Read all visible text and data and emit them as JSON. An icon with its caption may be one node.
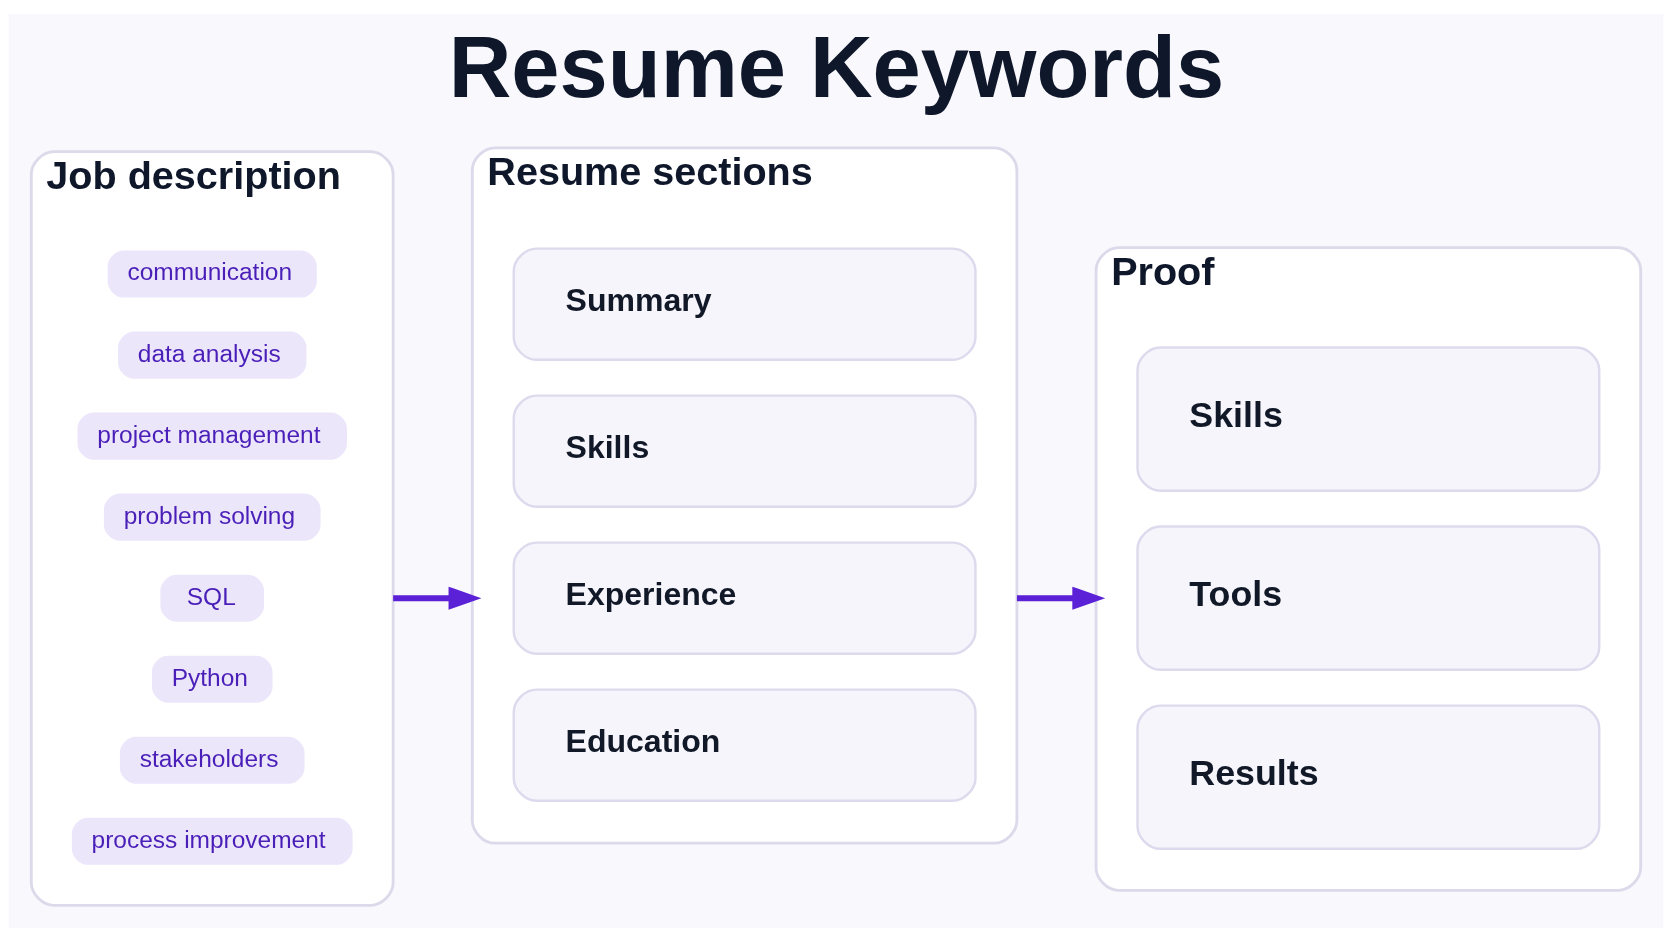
{
  "diagram": {
    "title": "Resume Keywords",
    "nodes": [
      {
        "text": [
          "Job description"
        ]
      },
      {
        "text": [
          "communication"
        ],
        "in": 0
      },
      {
        "text": [
          "data analysis"
        ],
        "in": 0
      },
      {
        "text": [
          "project management"
        ],
        "in": 0
      },
      {
        "text": [
          "problem solving"
        ],
        "in": 0
      },
      {
        "text": [
          "SQL"
        ],
        "in": 0
      },
      {
        "text": [
          "Python"
        ],
        "in": 0
      },
      {
        "text": [
          "stakeholders"
        ],
        "in": 0
      },
      {
        "text": [
          "process improvement"
        ],
        "in": 0
      },
      {
        "text": [
          "Resume sections"
        ]
      },
      {
        "text": [
          "Summary"
        ],
        "in": 9
      },
      {
        "text": [
          "Skills"
        ],
        "in": 9
      },
      {
        "text": [
          "Experience"
        ],
        "in": 9
      },
      {
        "text": [
          "Education"
        ],
        "in": 9
      },
      {
        "text": [
          "Proof"
        ]
      },
      {
        "text": [
          "Skills"
        ],
        "in": 14
      },
      {
        "text": [
          "Tools"
        ],
        "in": 14
      },
      {
        "text": [
          "Results"
        ],
        "in": 14
      }
    ],
    "edges": [
      {
        "from": 0,
        "to": 9,
        "arrow": "to"
      },
      {
        "from": 9,
        "to": 14,
        "arrow": "to"
      }
    ]
  }
}
